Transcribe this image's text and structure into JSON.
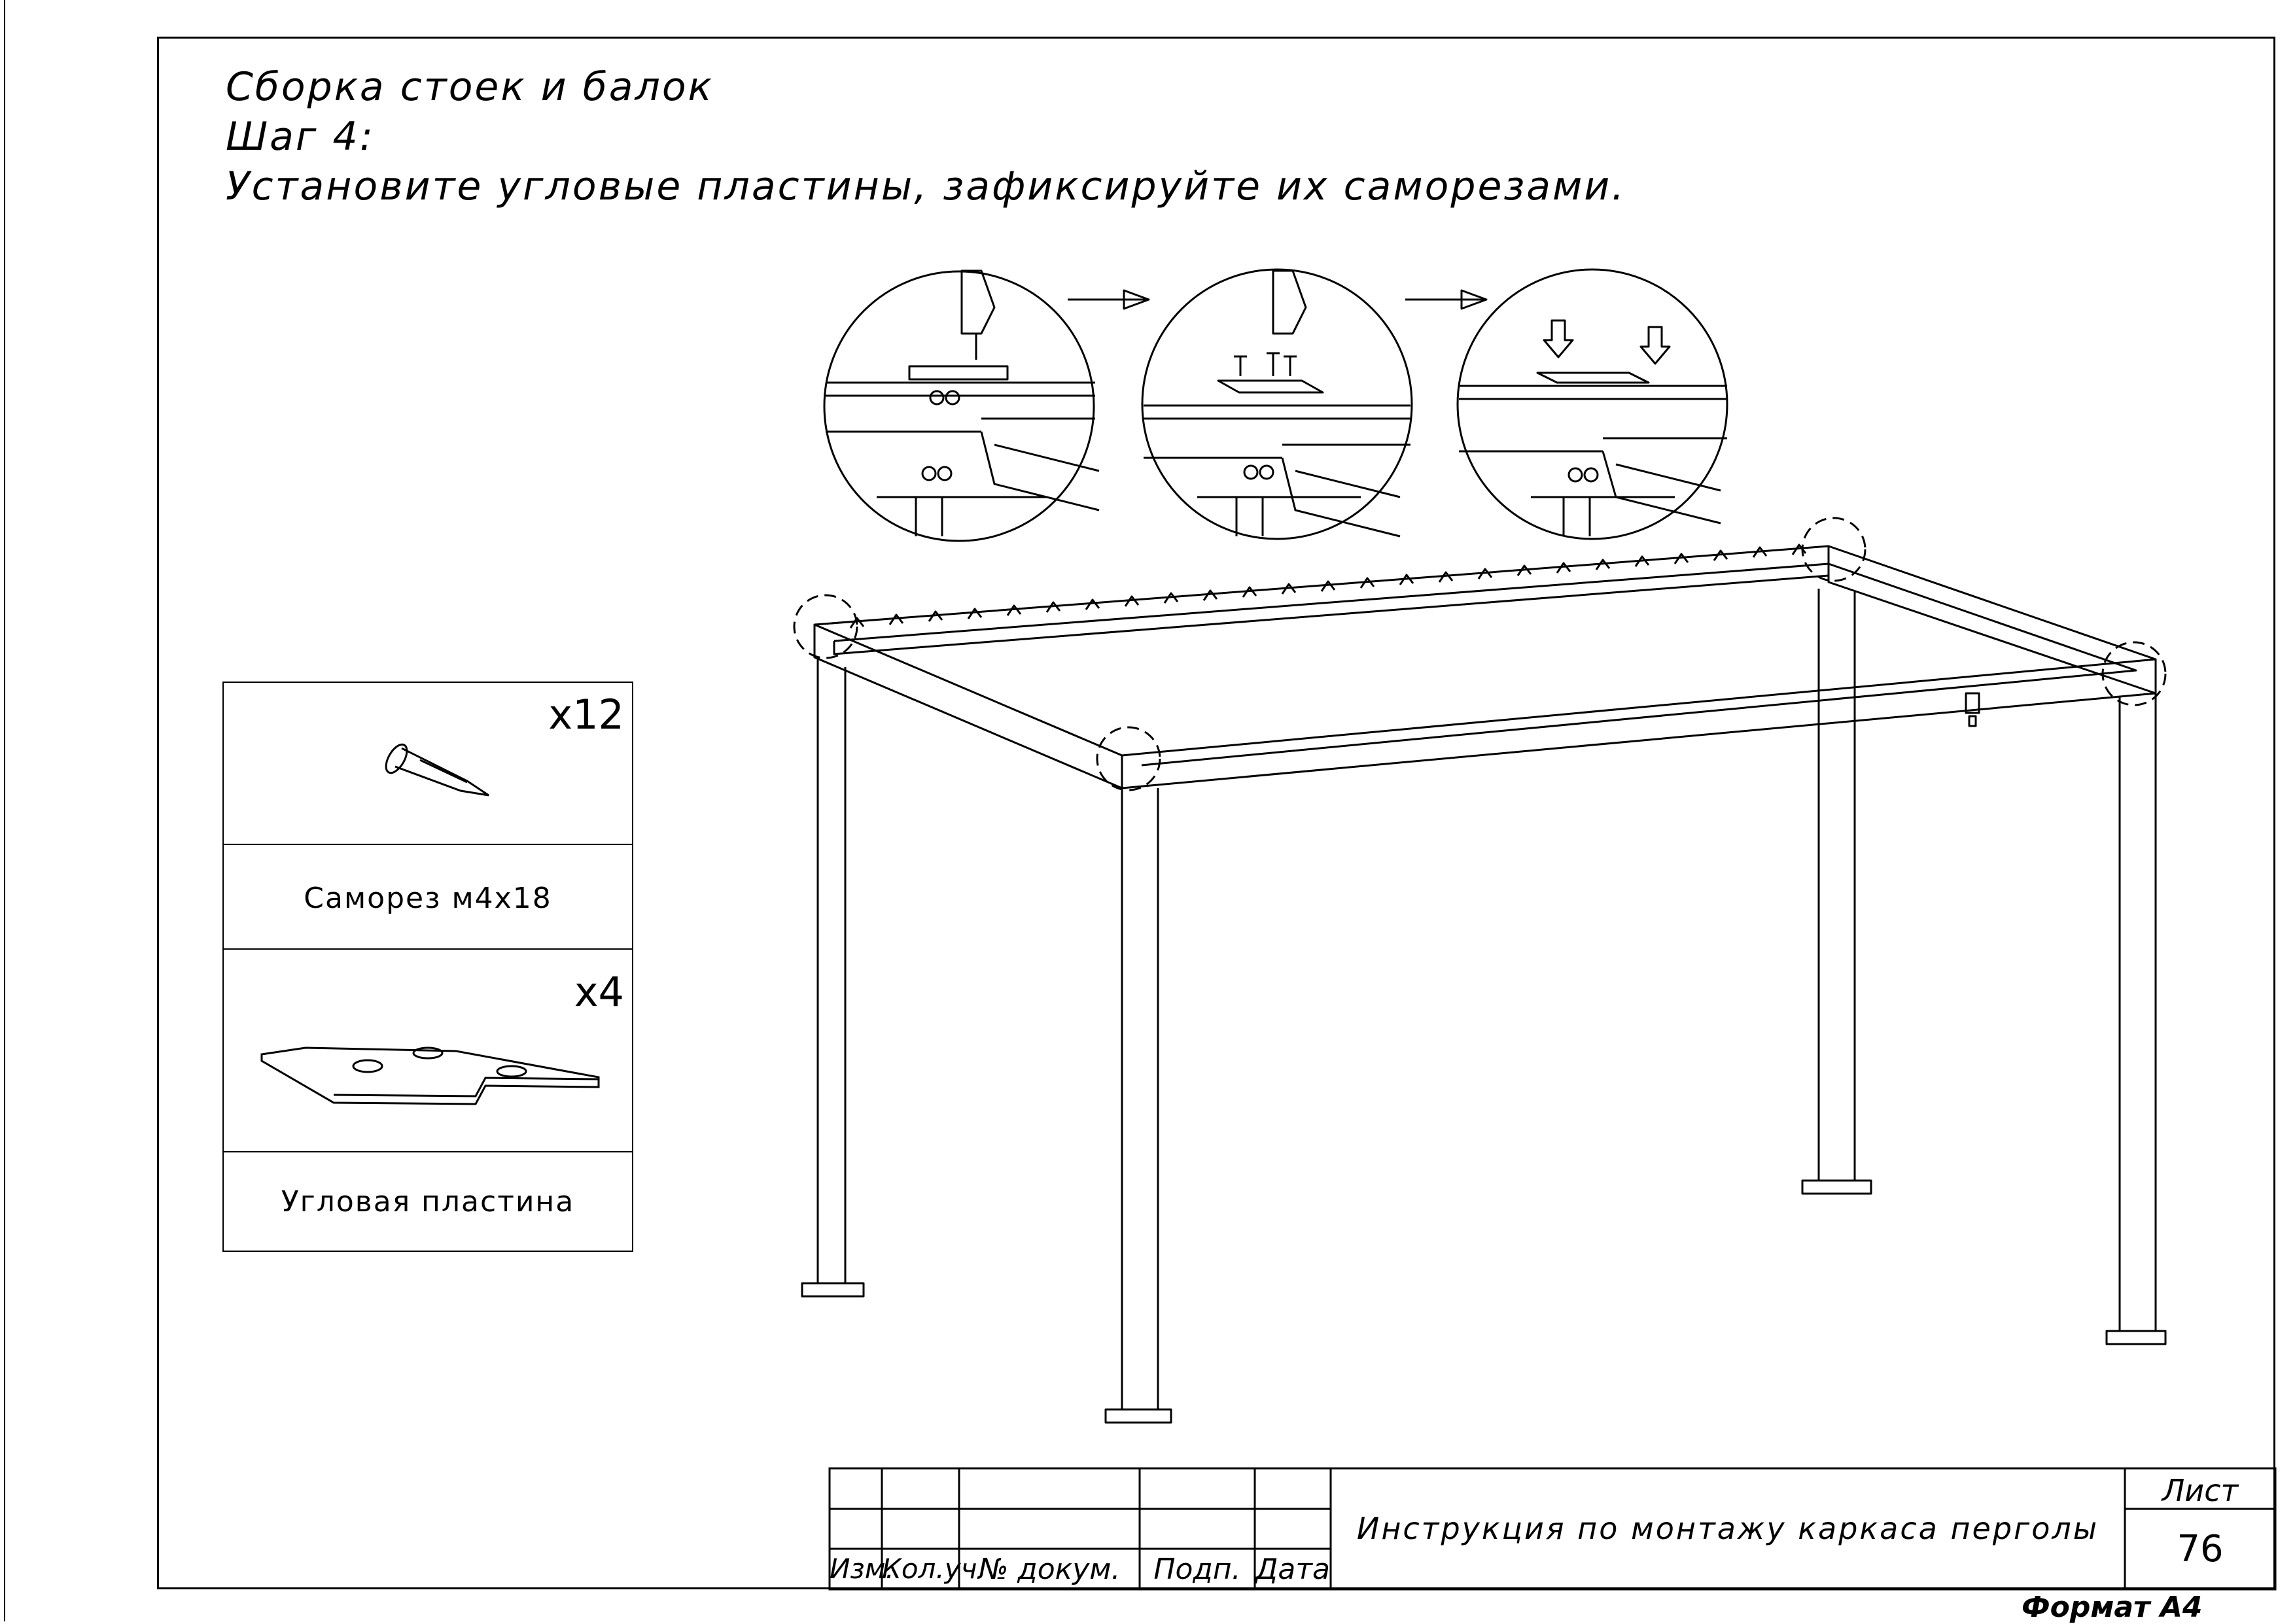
{
  "header": {
    "line1": "Сборка стоек и балок",
    "line2": "Шаг 4:",
    "line3": "Установите угловые пластины, зафиксируйте их саморезами."
  },
  "parts": [
    {
      "qty": "x12",
      "name": "Саморез м4х18",
      "icon": "screw-icon"
    },
    {
      "qty": "x4",
      "name": "Угловая пластина",
      "icon": "corner-plate-icon"
    }
  ],
  "title_block": {
    "columns": [
      "Изм.",
      "Кол.уч",
      "№ докум.",
      "Подп.",
      "Дата"
    ],
    "document_title": "Инструкция по монтажу каркаса перголы",
    "sheet_label": "Лист",
    "sheet_number": "76"
  },
  "format_label": "Формат А4"
}
